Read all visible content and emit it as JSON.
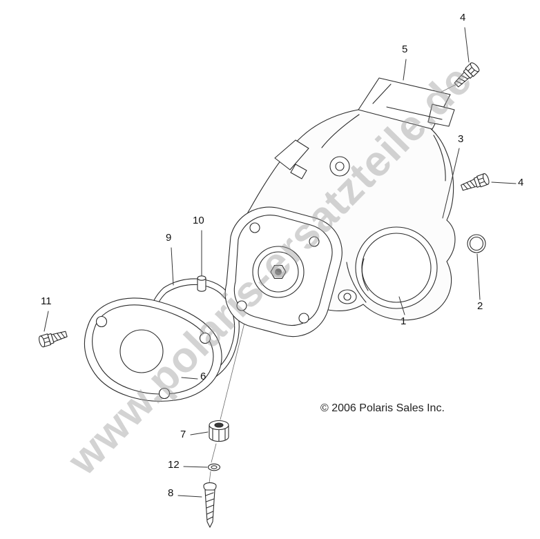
{
  "diagram": {
    "watermark": "www.polaris-ersatzteile.de",
    "copyright": "© 2006 Polaris Sales Inc."
  },
  "callouts": [
    {
      "label": "1"
    },
    {
      "label": "2"
    },
    {
      "label": "3"
    },
    {
      "label": "4"
    },
    {
      "label": "4"
    },
    {
      "label": "5"
    },
    {
      "label": "6"
    },
    {
      "label": "7"
    },
    {
      "label": "8"
    },
    {
      "label": "9"
    },
    {
      "label": "10"
    },
    {
      "label": "11"
    },
    {
      "label": "12"
    }
  ]
}
